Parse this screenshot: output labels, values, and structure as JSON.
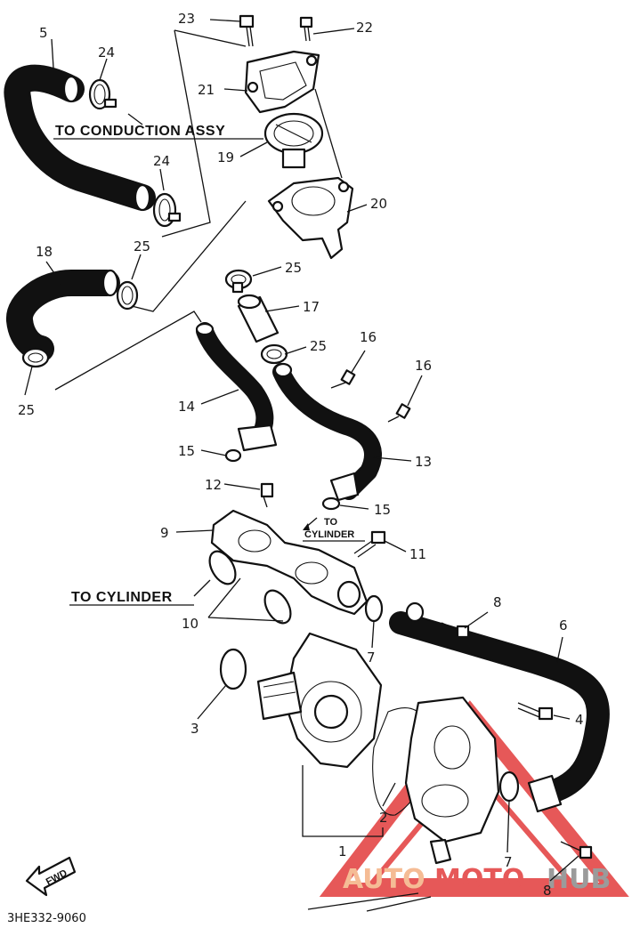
{
  "part_labels": {
    "p1": "1",
    "p2": "2",
    "p3": "3",
    "p4": "4",
    "p5": "5",
    "p6": "6",
    "p7a": "7",
    "p7b": "7",
    "p8a": "8",
    "p8b": "8",
    "p9": "9",
    "p10": "10",
    "p11": "11",
    "p12": "12",
    "p13": "13",
    "p14": "14",
    "p15a": "15",
    "p15b": "15",
    "p16a": "16",
    "p16b": "16",
    "p17": "17",
    "p18": "18",
    "p19": "19",
    "p20": "20",
    "p21": "21",
    "p22": "22",
    "p23": "23",
    "p24a": "24",
    "p24b": "24",
    "p25a": "25",
    "p25b": "25",
    "p25c": "25",
    "p25d": "25"
  },
  "notes": {
    "to_conduction_assy": "TO CONDUCTION ASSY",
    "to_cylinder_main": "TO CYLINDER",
    "to_cylinder_small_line1": "TO",
    "to_cylinder_small_line2": "CYLINDER"
  },
  "fwd_label": "FWD",
  "diagram_code": "3HE332-9060",
  "watermark": {
    "text_a": "AUTO",
    "text_b": "MOTO",
    "text_c": "HUB",
    "color_red": "#e23b3b",
    "color_orange": "#f4b183",
    "color_gray": "#9e9e9e"
  }
}
